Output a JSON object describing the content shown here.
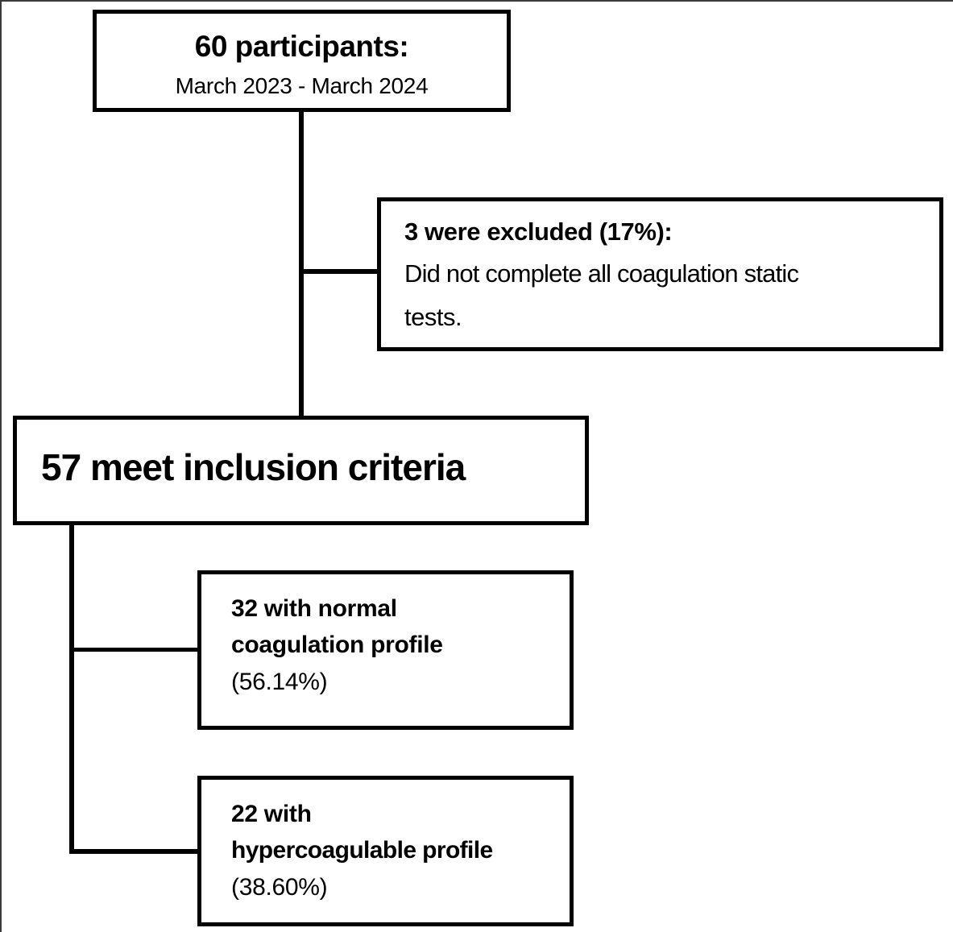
{
  "diagram": {
    "type": "participant-flow-chart",
    "nodes": {
      "participants": {
        "title": "60 participants:",
        "period": "March 2023 - March 2024"
      },
      "excluded": {
        "heading": "3 were excluded (17%):",
        "reason_line1": "  Did not complete all coagulation static",
        "reason_line2": "tests."
      },
      "inclusion": {
        "label": "57 meet inclusion criteria"
      },
      "normal_profile": {
        "line1": "32 with normal",
        "line2": "coagulation profile",
        "percent": "(56.14%)"
      },
      "hypercoagulable_profile": {
        "line1": "22 with",
        "line2": "hypercoagulable profile",
        "percent": "(38.60%)"
      }
    }
  },
  "chart_data": {
    "type": "diagram",
    "title": "Participant flow diagram",
    "nodes": [
      {
        "id": "participants",
        "label": "60 participants: March 2023 - March 2024",
        "value": 60
      },
      {
        "id": "excluded",
        "label": "3 were excluded (17%): Did not complete all coagulation static tests.",
        "value": 3,
        "percent": 17
      },
      {
        "id": "inclusion",
        "label": "57 meet inclusion criteria",
        "value": 57
      },
      {
        "id": "normal_profile",
        "label": "32 with normal coagulation profile",
        "value": 32,
        "percent": 56.14
      },
      {
        "id": "hypercoagulable_profile",
        "label": "22 with hypercoagulable profile",
        "value": 22,
        "percent": 38.6
      }
    ],
    "edges": [
      {
        "from": "participants",
        "to": "excluded"
      },
      {
        "from": "participants",
        "to": "inclusion"
      },
      {
        "from": "inclusion",
        "to": "normal_profile"
      },
      {
        "from": "inclusion",
        "to": "hypercoagulable_profile"
      }
    ]
  }
}
